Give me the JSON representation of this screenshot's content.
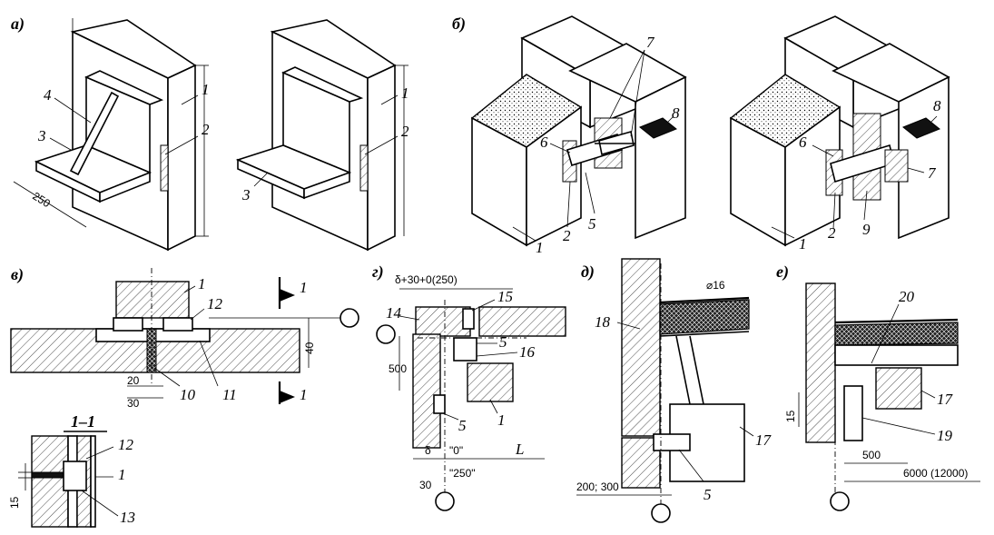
{
  "panel_labels": {
    "a": "а)",
    "b": "б)",
    "v": "в)",
    "g": "г)",
    "d": "д)",
    "e": "е)"
  },
  "section_label": "1–1",
  "callouts": {
    "a": [
      "4",
      "3",
      "1",
      "2",
      "3",
      "1",
      "2"
    ],
    "b": [
      "7",
      "8",
      "6",
      "5",
      "2",
      "1",
      "8",
      "6",
      "7",
      "2",
      "9",
      "1"
    ],
    "v": [
      "1",
      "12",
      "10",
      "11",
      "1",
      "1",
      "12",
      "1",
      "13"
    ],
    "g": [
      "15",
      "14",
      "5",
      "16",
      "1",
      "5"
    ],
    "d": [
      "18",
      "17",
      "5"
    ],
    "e": [
      "20",
      "17",
      "19"
    ]
  },
  "dimensions": {
    "a_width": "250",
    "v_40": "40",
    "v_20": "20",
    "v_30": "30",
    "v_15": "15",
    "g_top": "δ+30+0(250)",
    "g_500": "500",
    "g_delta": "δ",
    "g_zero": "\"0\"",
    "g_L": "L",
    "g_30": "30",
    "g_250": "\"250\"",
    "d_rod": "⌀16",
    "d_bottom": "200; 300",
    "e_15": "15",
    "e_500": "500",
    "e_span": "6000 (12000)"
  }
}
